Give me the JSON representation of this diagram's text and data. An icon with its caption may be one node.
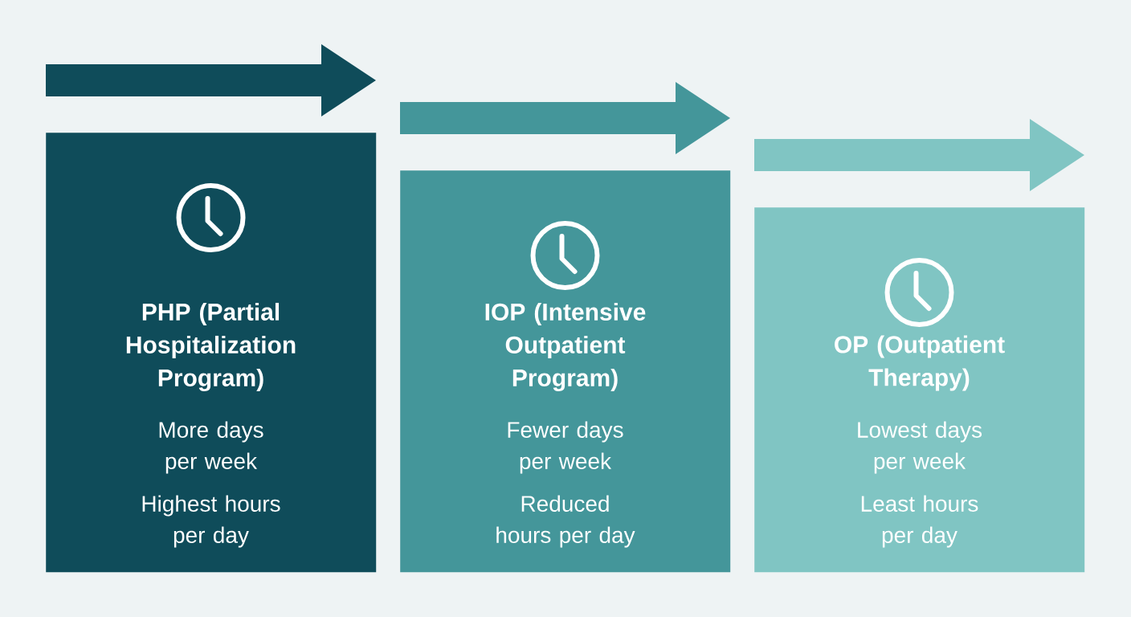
{
  "diagram": {
    "nodes": [
      {
        "text": [
          "PHP (Partial Hospitalization Program)",
          "More days per week",
          "Highest hours per day"
        ]
      },
      {
        "text": [
          "IOP (Intensive Outpatient Program)",
          "Fewer days per week",
          "Reduced hours per day"
        ]
      },
      {
        "text": [
          "OP (Outpatient Therapy)",
          "Lowest days per week",
          "Least hours per day"
        ]
      }
    ]
  }
}
